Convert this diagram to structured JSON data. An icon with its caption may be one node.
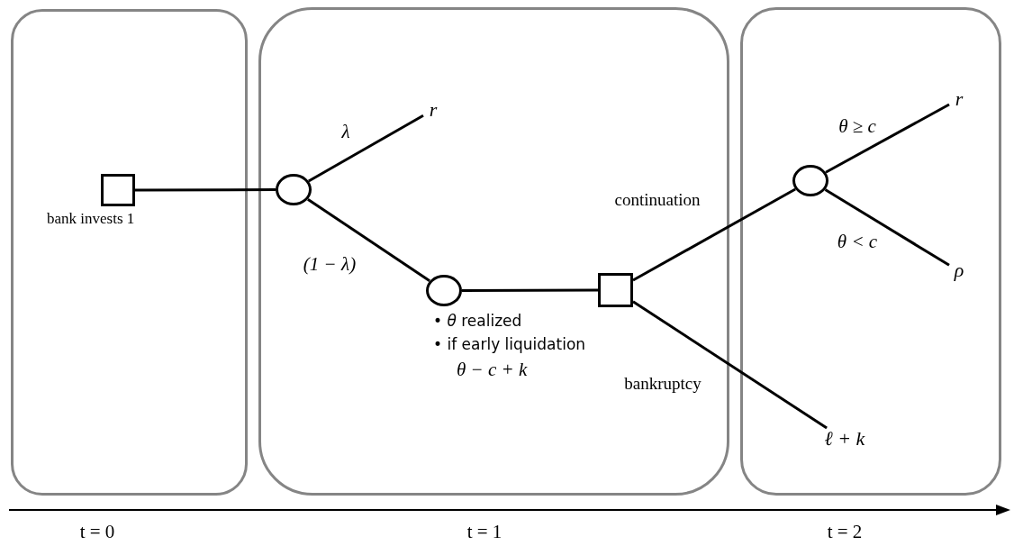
{
  "diagram": {
    "nodes": [
      {
        "text": [],
        "shape": "box"
      },
      {
        "text": [],
        "shape": "box"
      },
      {
        "text": [],
        "shape": "box"
      },
      {
        "text": [],
        "shape": "box",
        "in": 0,
        "beside": [
          "bank invests 1"
        ]
      },
      {
        "text": [],
        "shape": "circle",
        "in": 1
      },
      {
        "text": [
          "r"
        ],
        "in": 1
      },
      {
        "text": [],
        "shape": "circle",
        "in": 1,
        "beside": [
          "• *θ* realized",
          "• if early liquidation",
          "θ − c + k"
        ]
      },
      {
        "text": [],
        "shape": "box",
        "in": 1
      },
      {
        "text": [],
        "shape": "circle",
        "in": 2
      },
      {
        "text": [
          "r"
        ],
        "in": 2
      },
      {
        "text": [
          "ρ"
        ],
        "in": 2
      },
      {
        "text": [
          "ℓ + k"
        ],
        "in": 2
      }
    ],
    "edges": [
      {
        "from": 3,
        "to": 4,
        "arrow": "none"
      },
      {
        "from": 4,
        "to": 5,
        "arrow": "none",
        "label": "λ"
      },
      {
        "from": 4,
        "to": 6,
        "arrow": "none",
        "label": "(1 − λ)"
      },
      {
        "from": 6,
        "to": 7,
        "arrow": "none"
      },
      {
        "from": 7,
        "to": 8,
        "arrow": "none",
        "label": "continuation"
      },
      {
        "from": 7,
        "to": 11,
        "arrow": "none",
        "label": "bankruptcy"
      },
      {
        "from": 8,
        "to": 9,
        "arrow": "none",
        "label": "θ ≥ c"
      },
      {
        "from": 8,
        "to": 10,
        "arrow": "none",
        "label": "θ < c"
      }
    ],
    "labels": [
      "t = 0",
      "t = 1",
      "t = 2"
    ]
  }
}
